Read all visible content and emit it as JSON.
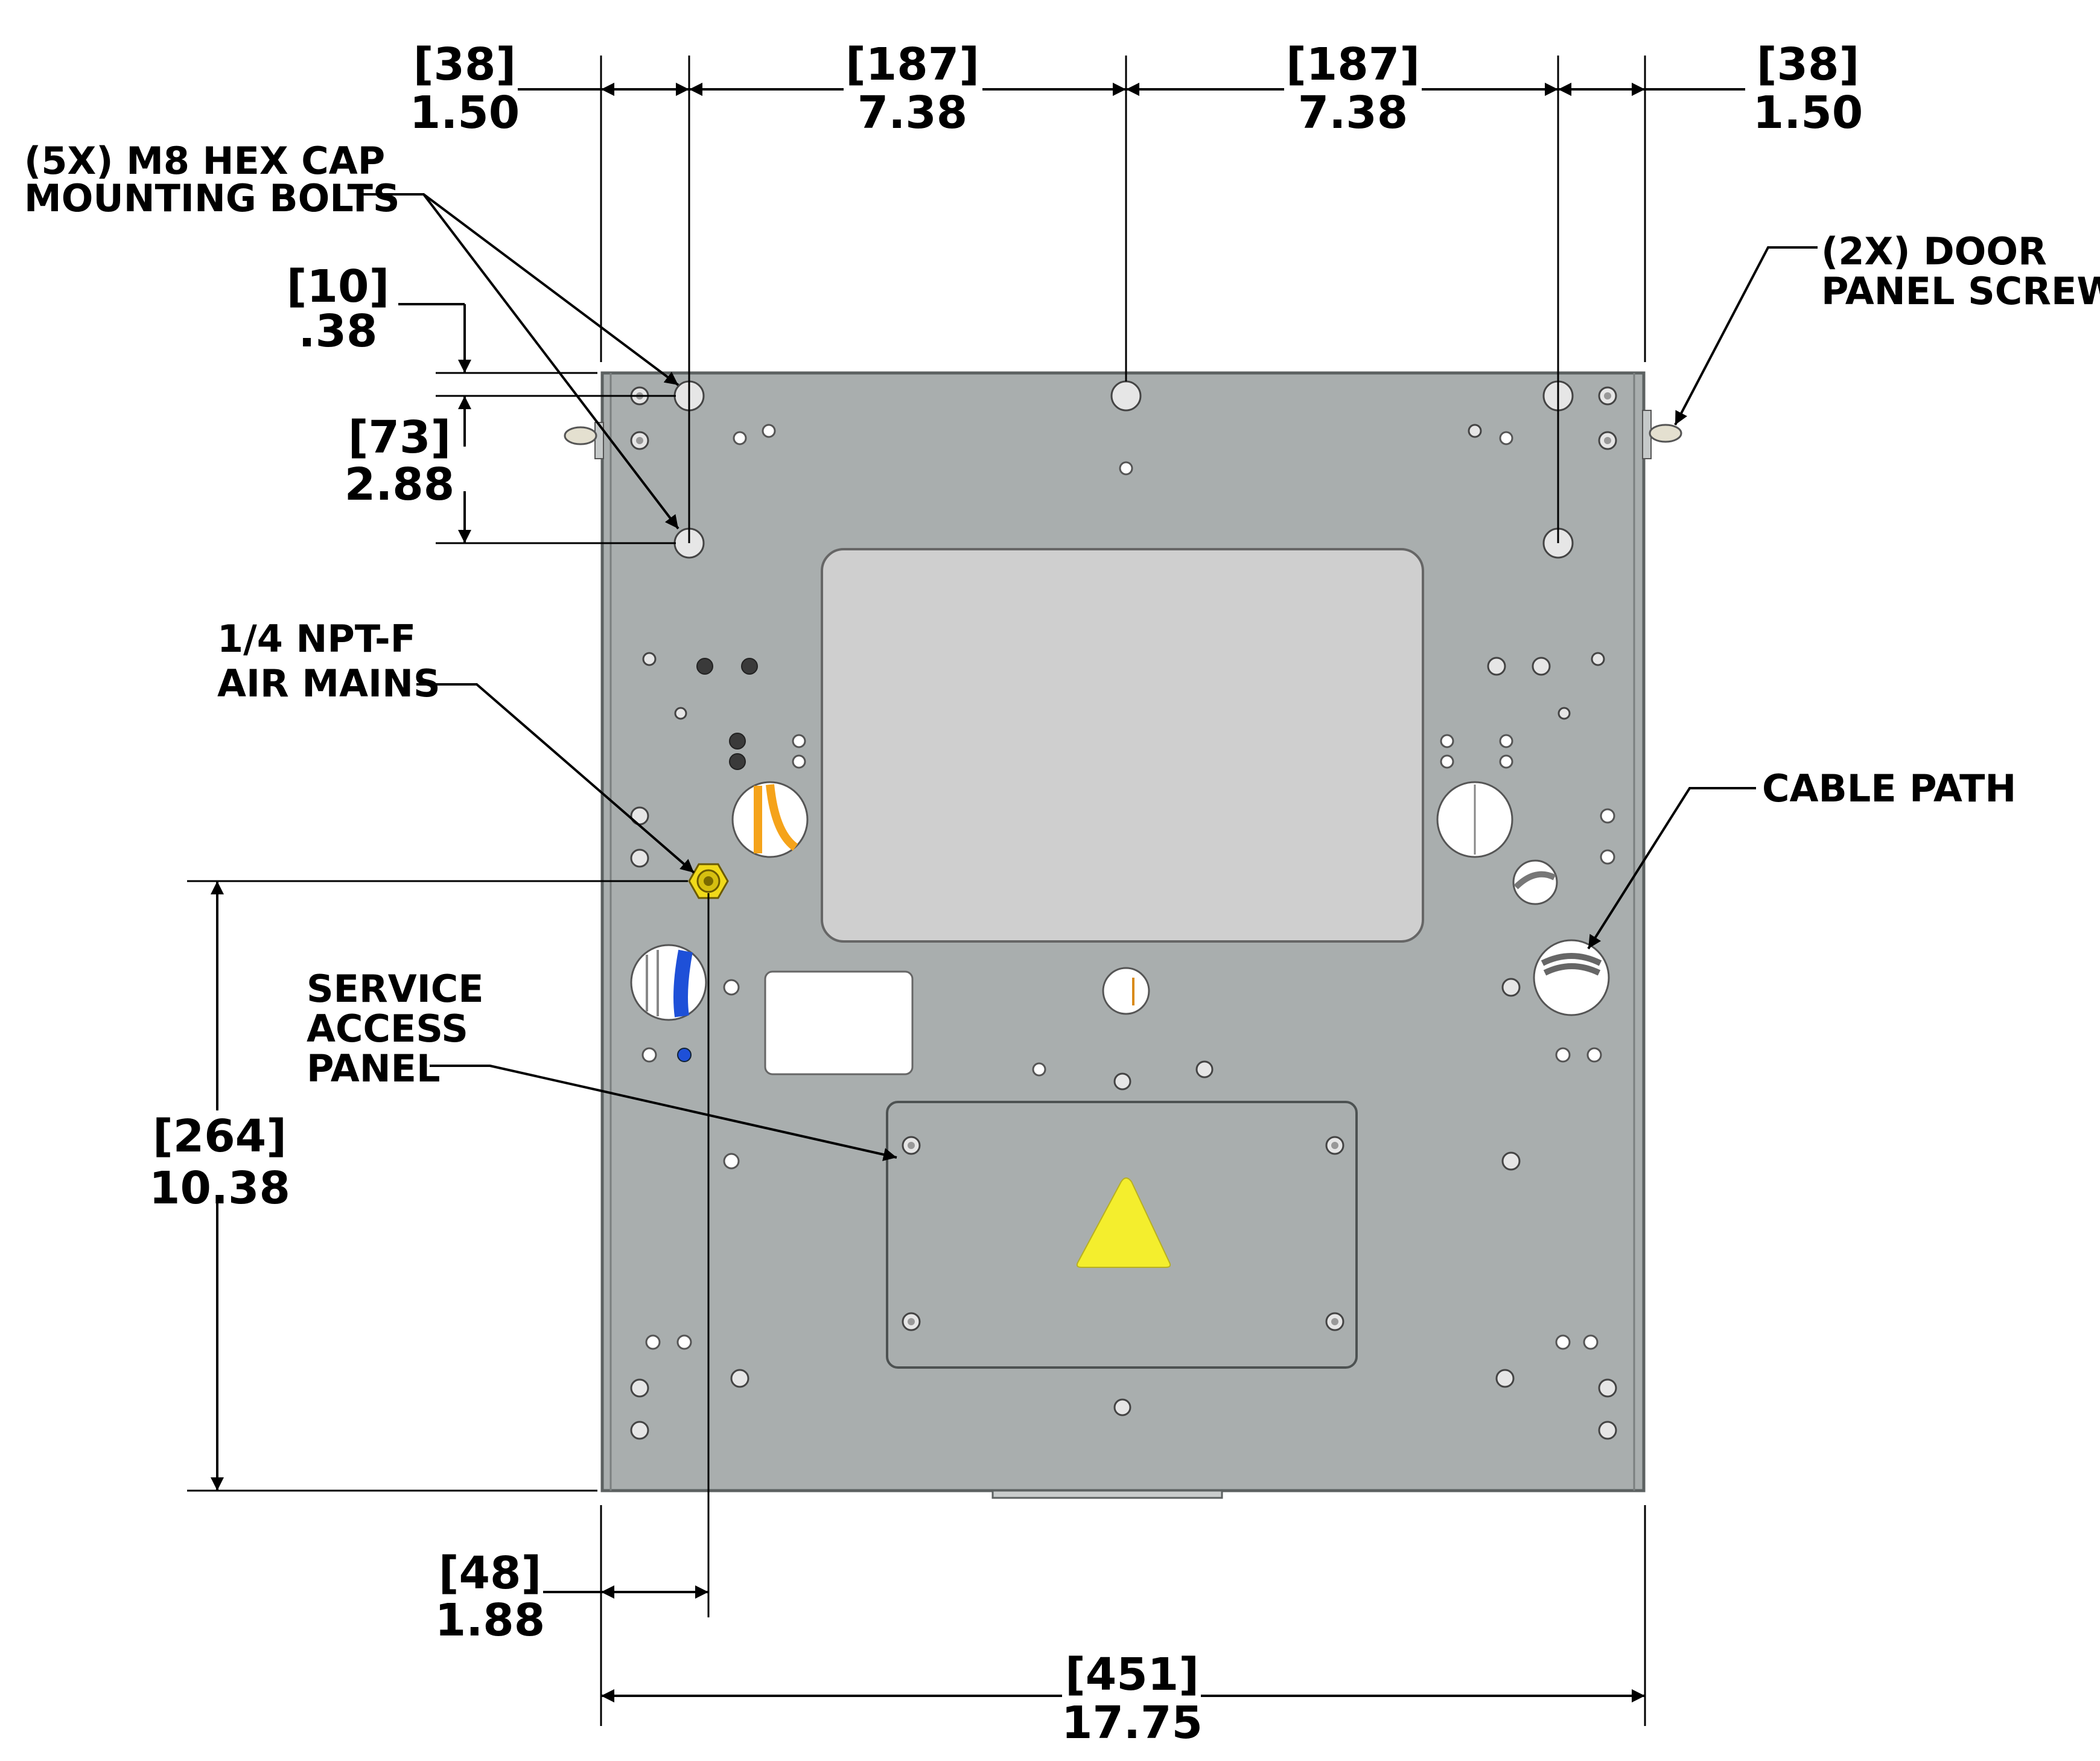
{
  "colors": {
    "plate": "#a9aeae",
    "plate_edge": "#5c6161",
    "window": "#cfcfcf",
    "warning": "#f4ee2d",
    "fitting": "#f1da1a",
    "cable_blue": "#1e50d8",
    "cable_orange": "#f5a31a"
  },
  "dimensions": {
    "top_left_edge": {
      "mm": "[38]",
      "in": "1.50"
    },
    "top_left_center": {
      "mm": "[187]",
      "in": "7.38"
    },
    "top_center_right": {
      "mm": "[187]",
      "in": "7.38"
    },
    "top_right_edge": {
      "mm": "[38]",
      "in": "1.50"
    },
    "top_offset": {
      "mm": "[10]",
      "in": ".38"
    },
    "bolt_spacing": {
      "mm": "[73]",
      "in": "2.88"
    },
    "air_height": {
      "mm": "[264]",
      "in": "10.38"
    },
    "air_offset": {
      "mm": "[48]",
      "in": "1.88"
    },
    "overall_width": {
      "mm": "[451]",
      "in": "17.75"
    }
  },
  "callouts": {
    "mounting_bolts": [
      "(5X) M8 HEX CAP",
      "MOUNTING BOLTS"
    ],
    "door_screw": [
      "(2X) DOOR",
      "PANEL SCREW"
    ],
    "air_mains": [
      "1/4 NPT-F",
      "AIR MAINS"
    ],
    "cable_path": [
      "CABLE PATH"
    ],
    "service_panel": [
      "SERVICE",
      "ACCESS",
      "PANEL"
    ]
  }
}
